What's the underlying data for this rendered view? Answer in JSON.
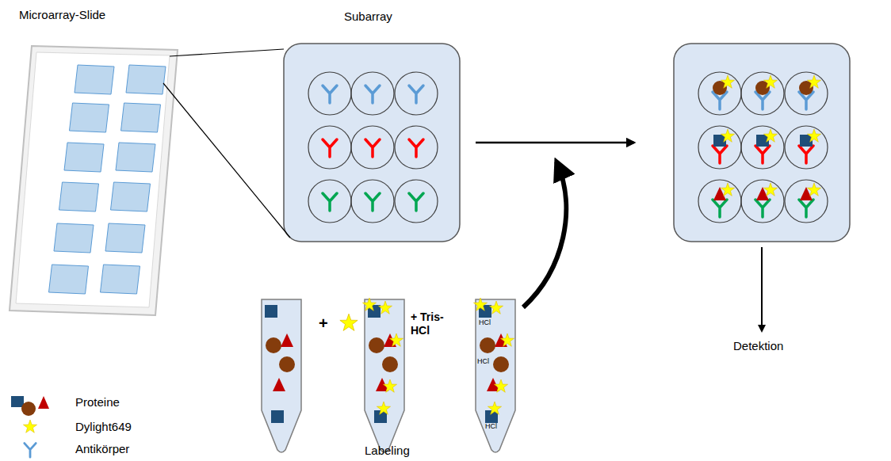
{
  "diagram": {
    "nodes": [
      {
        "text": [
          "Microarray-Slide"
        ]
      },
      {
        "text": [
          "Subarray"
        ]
      }
    ],
    "labels": [
      "Detektion",
      "+",
      "+ Tris- HCl",
      "HCl",
      "HCl",
      "HCl",
      "Labeling"
    ],
    "legend": [
      {
        "text": "Proteine"
      },
      {
        "text": "Dylight649"
      },
      {
        "text": "Antikörper"
      }
    ]
  }
}
